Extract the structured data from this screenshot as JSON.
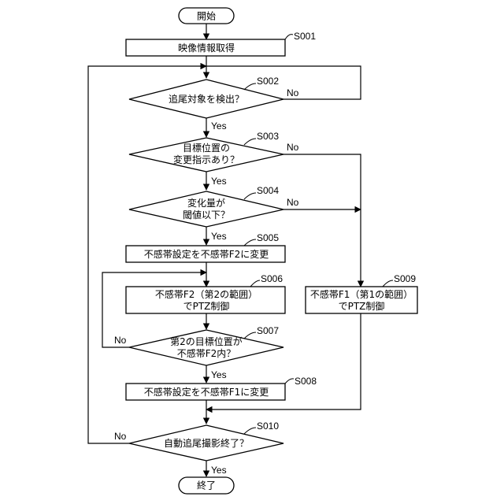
{
  "nodes": {
    "start": {
      "text": "開始"
    },
    "s001": {
      "step": "S001",
      "text": "映像情報取得"
    },
    "s002": {
      "step": "S002",
      "text": "追尾対象を検出？"
    },
    "s003": {
      "step": "S003",
      "line1": "目標位置の",
      "line2": "変更指示あり？"
    },
    "s004": {
      "step": "S004",
      "line1": "変化量が",
      "line2": "閾値以下？"
    },
    "s005": {
      "step": "S005",
      "text": "不感帯設定を不感帯F2に変更"
    },
    "s006": {
      "step": "S006",
      "line1": "不感帯F2（第2の範囲）",
      "line2": "でPTZ制御"
    },
    "s007": {
      "step": "S007",
      "line1": "第2の目標位置が",
      "line2": "不感帯F2内？"
    },
    "s008": {
      "step": "S008",
      "text": "不感帯設定を不感帯F1に変更"
    },
    "s009": {
      "step": "S009",
      "line1": "不感帯F1（第1の範囲）",
      "line2": "でPTZ制御"
    },
    "s010": {
      "step": "S010",
      "text": "自動追尾撮影終了？"
    },
    "end": {
      "text": "終了"
    }
  },
  "labels": {
    "yes": "Yes",
    "no": "No"
  }
}
